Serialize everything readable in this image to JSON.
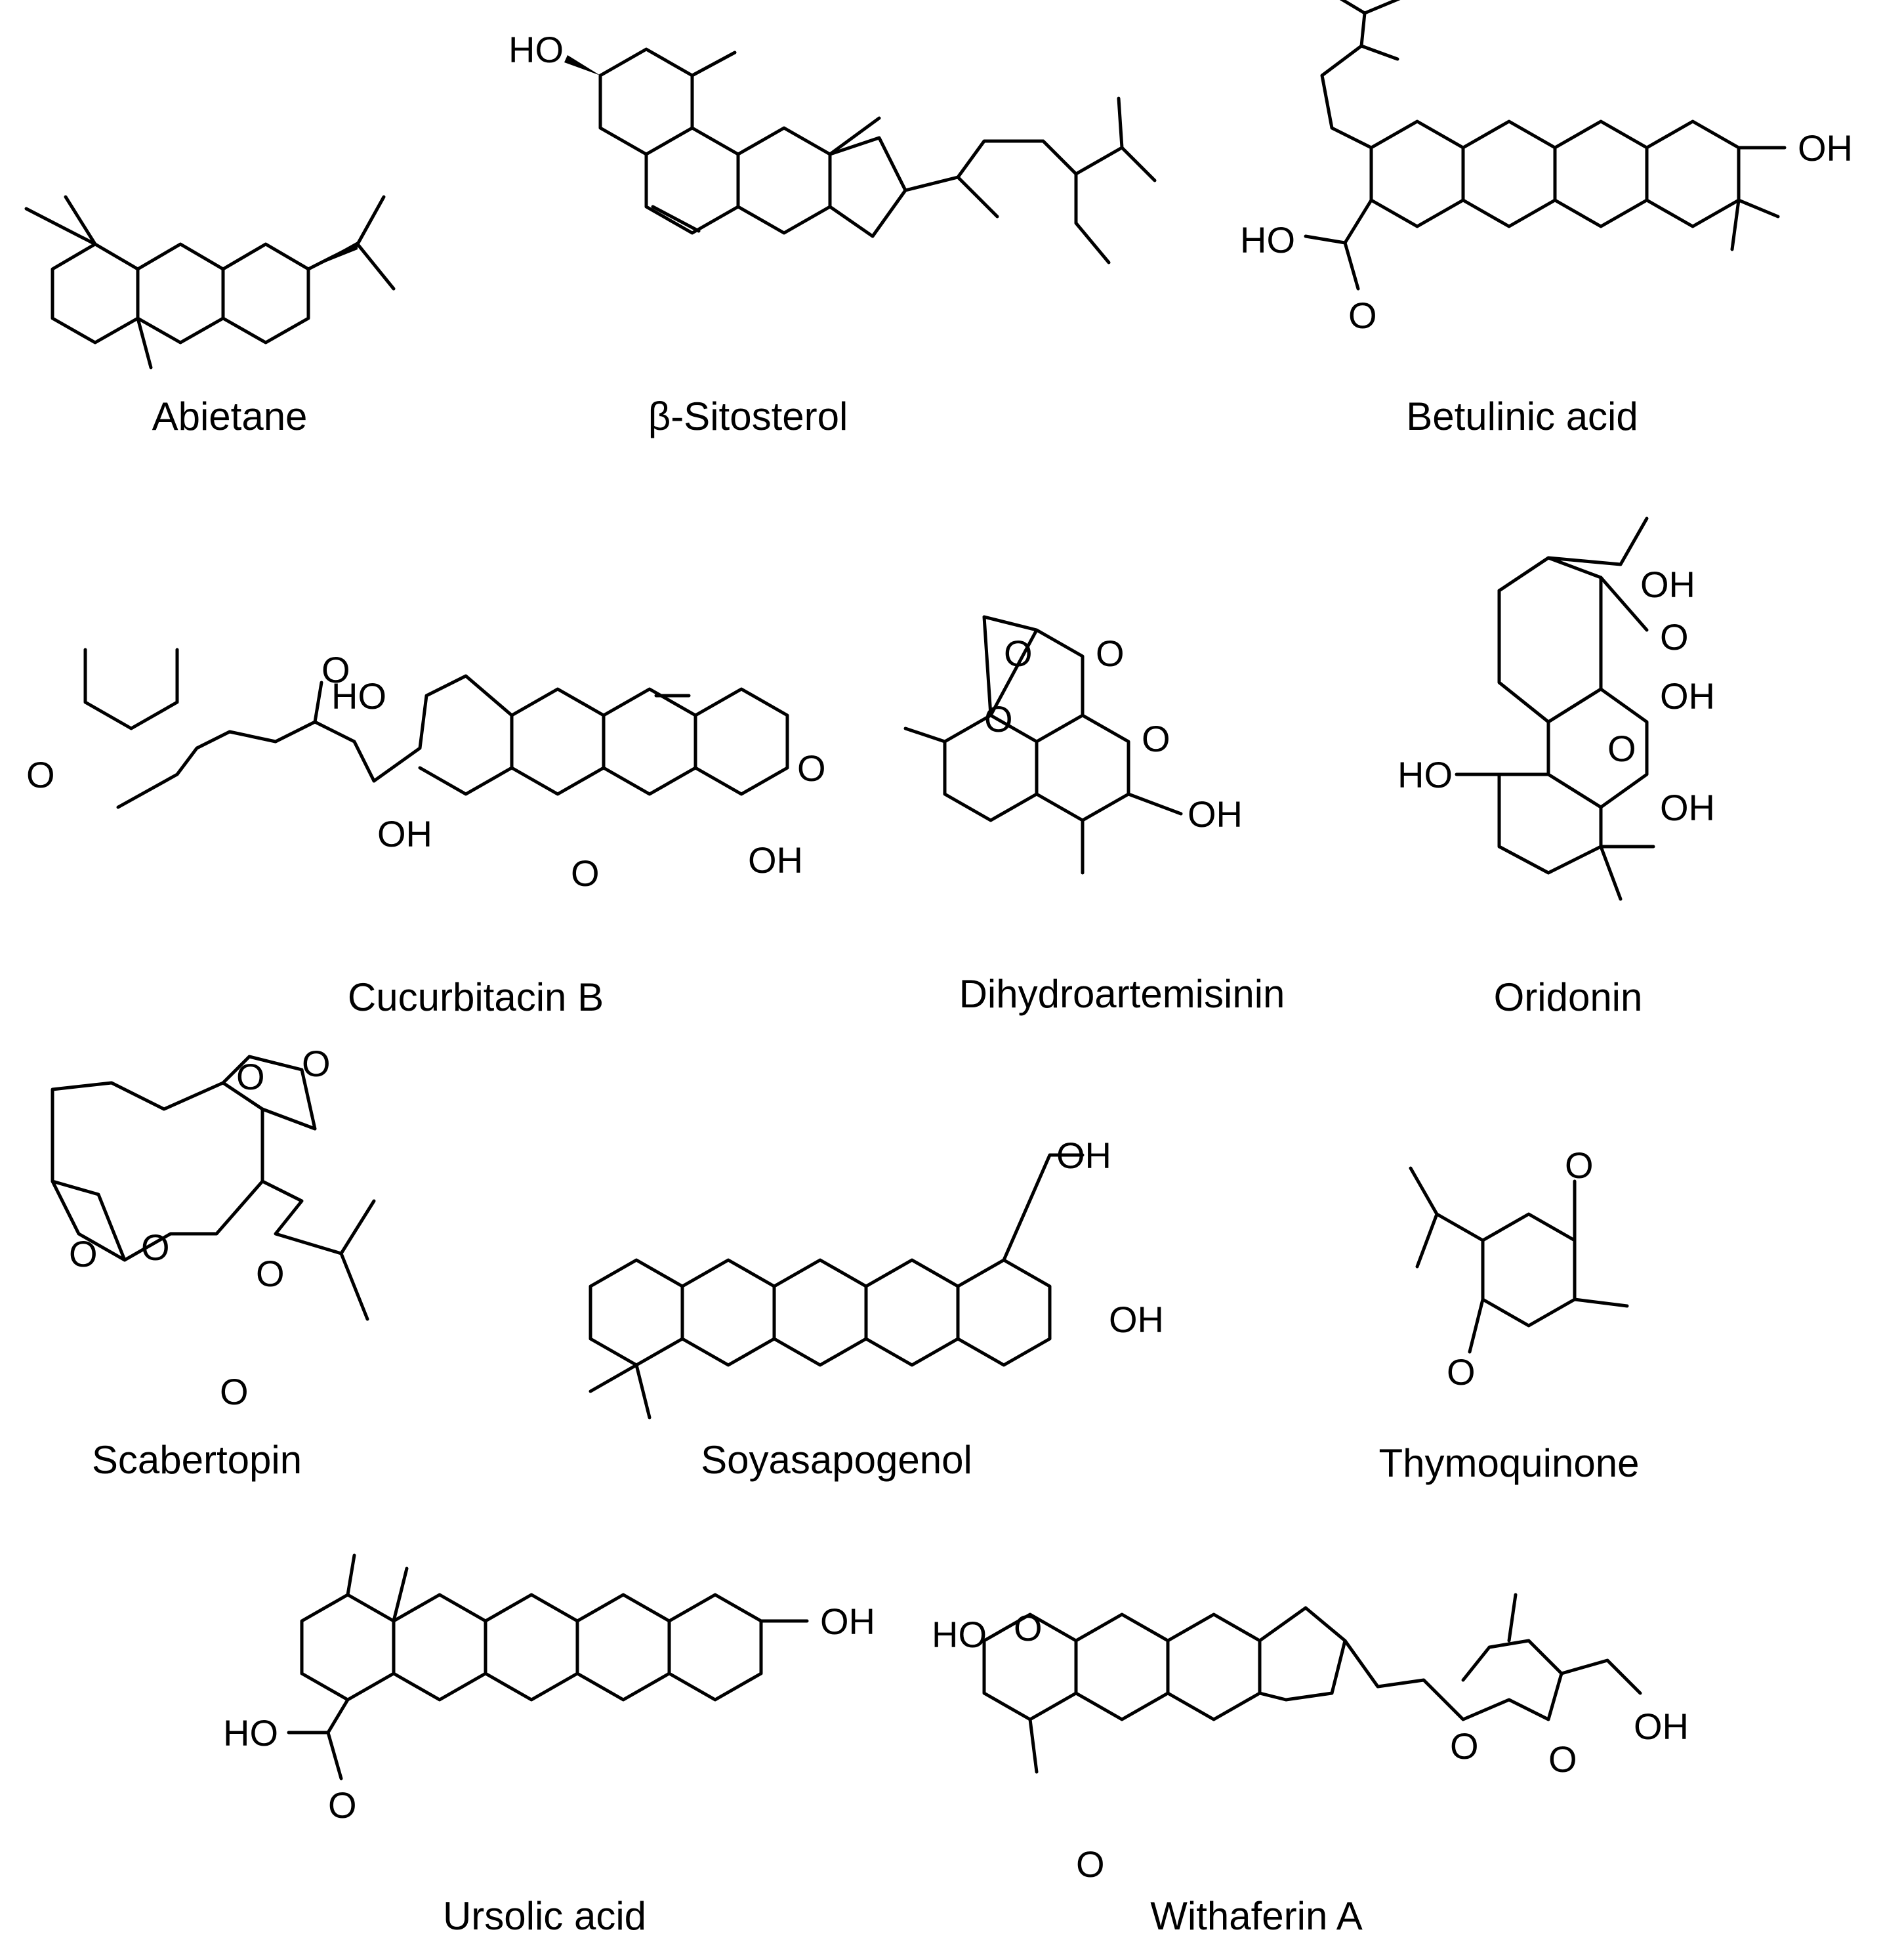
{
  "figure": {
    "compounds": [
      {
        "name": "Abietane"
      },
      {
        "name": "β-Sitosterol"
      },
      {
        "name": "Betulinic acid"
      },
      {
        "name": "Cucurbitacin B"
      },
      {
        "name": "Dihydroartemisinin"
      },
      {
        "name": "Oridonin"
      },
      {
        "name": "Scabertopin"
      },
      {
        "name": "Soyasapogenol"
      },
      {
        "name": "Thymoquinone"
      },
      {
        "name": "Ursolic acid"
      },
      {
        "name": "Withaferin A"
      }
    ],
    "atom_labels": {
      "oh": "OH",
      "ho": "HO",
      "o": "O"
    }
  }
}
